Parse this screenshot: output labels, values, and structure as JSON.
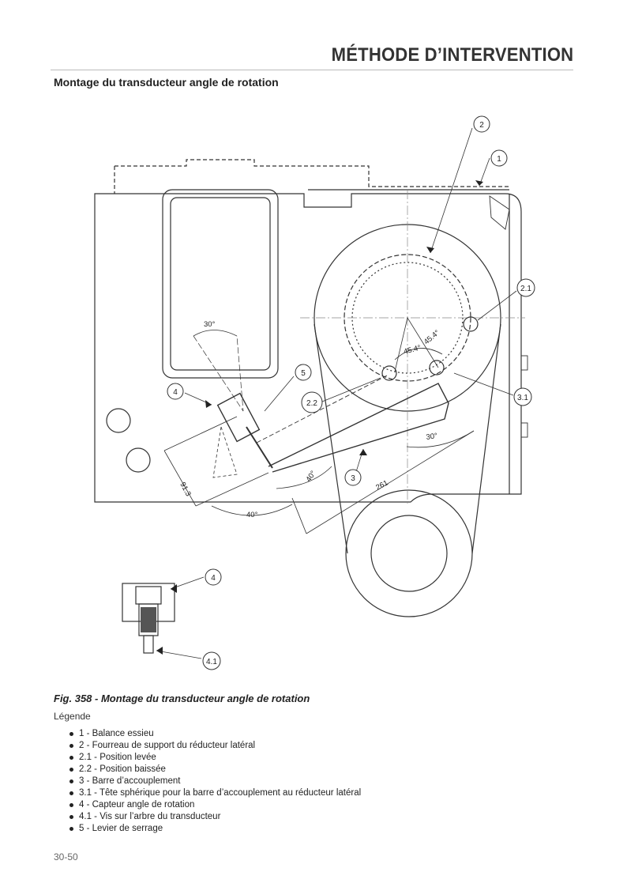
{
  "header": {
    "title": "MÉTHODE D’INTERVENTION"
  },
  "section": {
    "title": "Montage du transducteur angle de rotation"
  },
  "drawing": {
    "callouts": {
      "c1": "1",
      "c2": "2",
      "c2_1": "2.1",
      "c2_2": "2.2",
      "c3": "3",
      "c3_1": "3.1",
      "c4": "4",
      "c4b": "4",
      "c4_1": "4.1",
      "c5": "5"
    },
    "dimensions": {
      "angle_30_top": "30°",
      "angle_30_right": "30°",
      "angle_40_bottom": "40°",
      "angle_40_mid": "40°",
      "angle_45_4_a": "45.4°",
      "angle_45_4_b": "45.4°",
      "length_91_3": "91.3",
      "length_261": "261"
    }
  },
  "figure": {
    "caption": "Fig. 358 - Montage du transducteur angle de rotation",
    "legend_title": "Légende",
    "legend_items": [
      "1 - Balance essieu",
      "2 - Fourreau de support du réducteur latéral",
      "2.1 - Position levée",
      "2.2 - Position baissée",
      "3 - Barre d’accouplement",
      "3.1 - Tête sphérique pour la barre d’accouplement au réducteur latéral",
      "4 - Capteur angle de rotation",
      "4.1 - Vis sur l’arbre du transducteur",
      "5 - Levier de serrage"
    ]
  },
  "footer": {
    "page_number": "30-50"
  }
}
